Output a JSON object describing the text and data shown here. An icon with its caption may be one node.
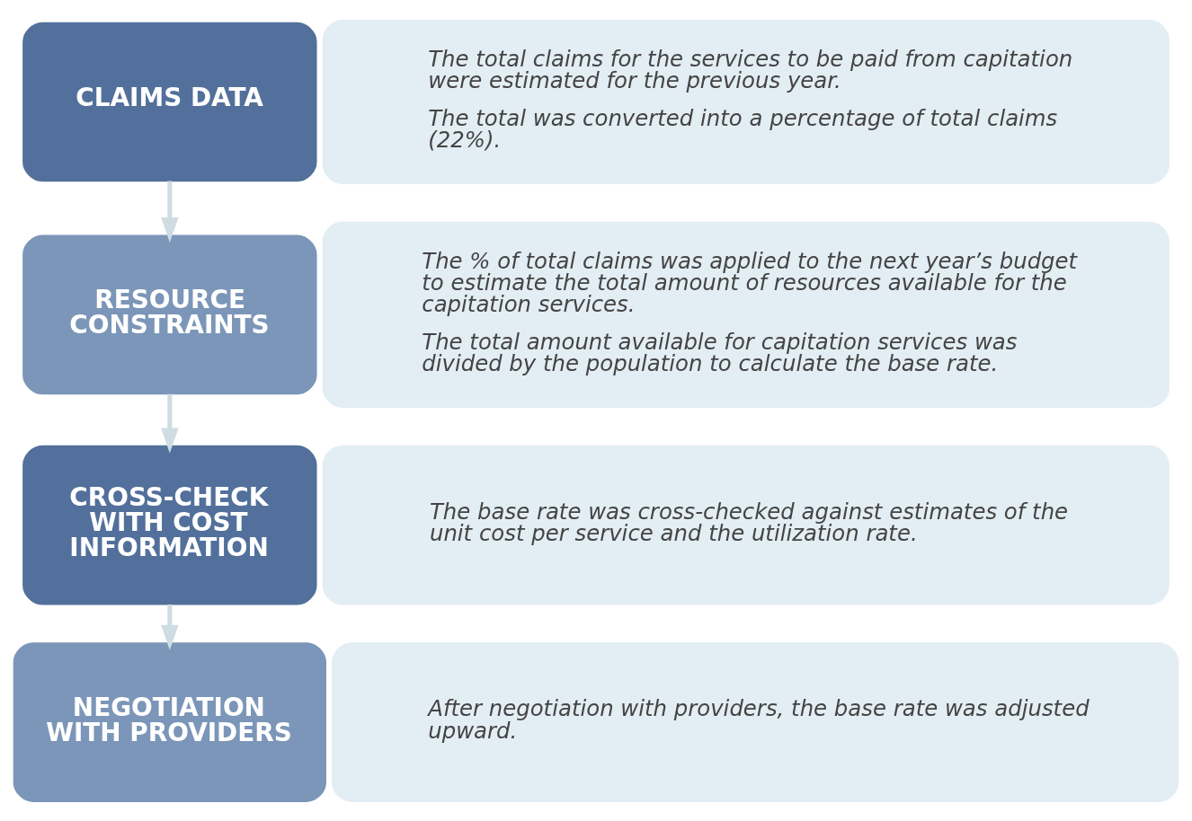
{
  "diagram": {
    "nodes": [
      {
        "text": [
          "CLAIMS DATA"
        ]
      },
      {
        "text": [
          "The total claims for the services to be paid from capitation were estimated for the previous year.",
          "The total was converted into a percentage of total claims (22%)."
        ]
      },
      {
        "text": [
          "RESOURCE CONSTRAINTS"
        ]
      },
      {
        "text": [
          "The % of total claims was applied to the next year’s budget to estimate the total amount of resources available for the capitation services.",
          "The total amount available for capitation services was divided by the population to calculate the base rate."
        ]
      },
      {
        "text": [
          "CROSS-CHECK WITH COST INFORMATION"
        ]
      },
      {
        "text": [
          "The base rate was cross-checked against estimates of the unit cost per service and the utilization rate."
        ]
      },
      {
        "text": [
          "NEGOTIATION WITH PROVIDERS"
        ]
      },
      {
        "text": [
          "After negotiation with providers, the base rate was adjusted upward."
        ]
      }
    ],
    "edges": [
      {
        "from": 0,
        "to": 2,
        "arrow": "to",
        "color": "#cfdde3"
      },
      {
        "from": 2,
        "to": 4,
        "arrow": "to",
        "color": "#cfdde3"
      },
      {
        "from": 4,
        "to": 6,
        "arrow": "to",
        "color": "#cfdde3"
      }
    ]
  }
}
